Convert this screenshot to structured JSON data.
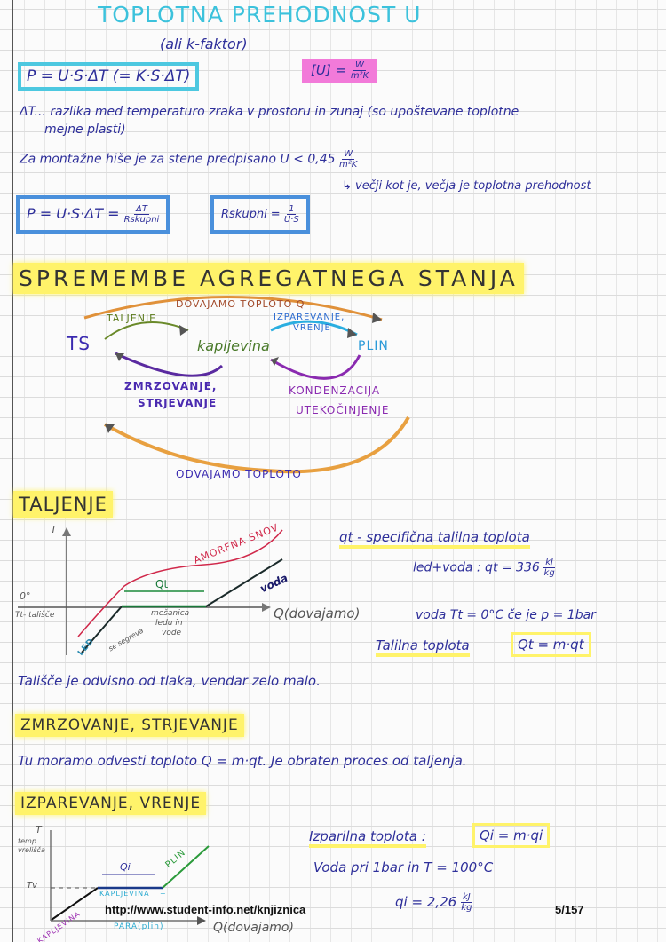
{
  "section1": {
    "title": "TOPLOTNA PREHODNOST U",
    "subtitle": "(ali k-faktor)",
    "formula_main": "P = U·S·ΔT  (= K·S·ΔT)",
    "unit_lhs": "[U] =",
    "unit_num": "W",
    "unit_den": "m²K",
    "delta_note_1": "ΔT... razlika med temperaturo zraka v prostoru in zunaj (so upoštevane toplotne",
    "delta_note_2": "mejne plasti)",
    "montazne": "Za montažne hiše je za stene predpisano  U < 0,45",
    "montazne_num": "W",
    "montazne_den": "m²K",
    "arrow_note": "↳ večji kot je, večja je toplotna prehodnost",
    "formula2_lhs": "P = U·S·ΔT =",
    "formula2_num": "ΔT",
    "formula2_den": "Rskupni",
    "formula3_lhs": "Rskupni =",
    "formula3_num": "1",
    "formula3_den": "U·S"
  },
  "section2": {
    "title": "SPREMEMBE AGREGATNEGA STANJA",
    "dovajamo": "DOVAJAMO TOPLOTO Q",
    "taljenje": "TALJENJE",
    "izparevanje_1": "IZPAREVANJE,",
    "izparevanje_2": "VRENJE",
    "ts": "TS",
    "kapljevina": "kapljevina",
    "plin": "PLIN",
    "zmrzovanje_1": "ZMRZOVANJE,",
    "zmrzovanje_2": "STRJEVANJE",
    "kondenzacija_1": "KONDENZACIJA",
    "kondenzacija_2": "UTEKOČINJENJE",
    "odvajamo": "ODVAJAMO TOPLOTO"
  },
  "section3": {
    "title": "TALJENJE",
    "chart": {
      "y_axis": "T",
      "zero": "0°",
      "tt_label": "Tt- tališče",
      "x_axis": "Q(dovajamo)",
      "amorfna": "AMORFNA SNOV",
      "voda": "voda",
      "qt": "Qt",
      "mesanica_1": "mešanica",
      "mesanica_2": "ledu in",
      "mesanica_3": "vode",
      "led": "LED",
      "se_segreva": "se segreva"
    },
    "qt_def": "qt - specifična talilna toplota",
    "led_voda": "led+voda :  qt = 336",
    "led_voda_num": "kJ",
    "led_voda_den": "kg",
    "voda_tt": "voda Tt = 0°C če je p = 1bar",
    "talilna_label": "Talilna toplota",
    "talilna_formula": "Qt = m·qt",
    "talisce_note": "Tališče je odvisno od tlaka, vendar zelo malo."
  },
  "section4": {
    "title": "ZMRZOVANJE, STRJEVANJE",
    "text": "Tu moramo odvesti toploto Q = m·qt. Je obraten proces od taljenja."
  },
  "section5": {
    "title": "IZPAREVANJE, VRENJE",
    "chart": {
      "y_axis": "T",
      "temp_1": "temp.",
      "temp_2": "vrelišča",
      "tv": "Tv",
      "qi": "Qi",
      "plin": "PLIN",
      "kapljevina": "KAPLJEVINA",
      "mix_1": "KAPLJEVINA",
      "mix_2": "+",
      "mix_3": "PARA(plin)",
      "x_axis": "Q(dovajamo)"
    },
    "izparilna_label": "Izparilna toplota :",
    "izparilna_formula": "Qi = m·qi",
    "voda_line": "Voda pri 1bar in T = 100°C",
    "qi_value": "qi = 2,26",
    "qi_num": "kJ",
    "qi_den": "kg"
  },
  "footer": {
    "url": "http://www.student-info.net/knjiznica",
    "page": "5/157"
  }
}
